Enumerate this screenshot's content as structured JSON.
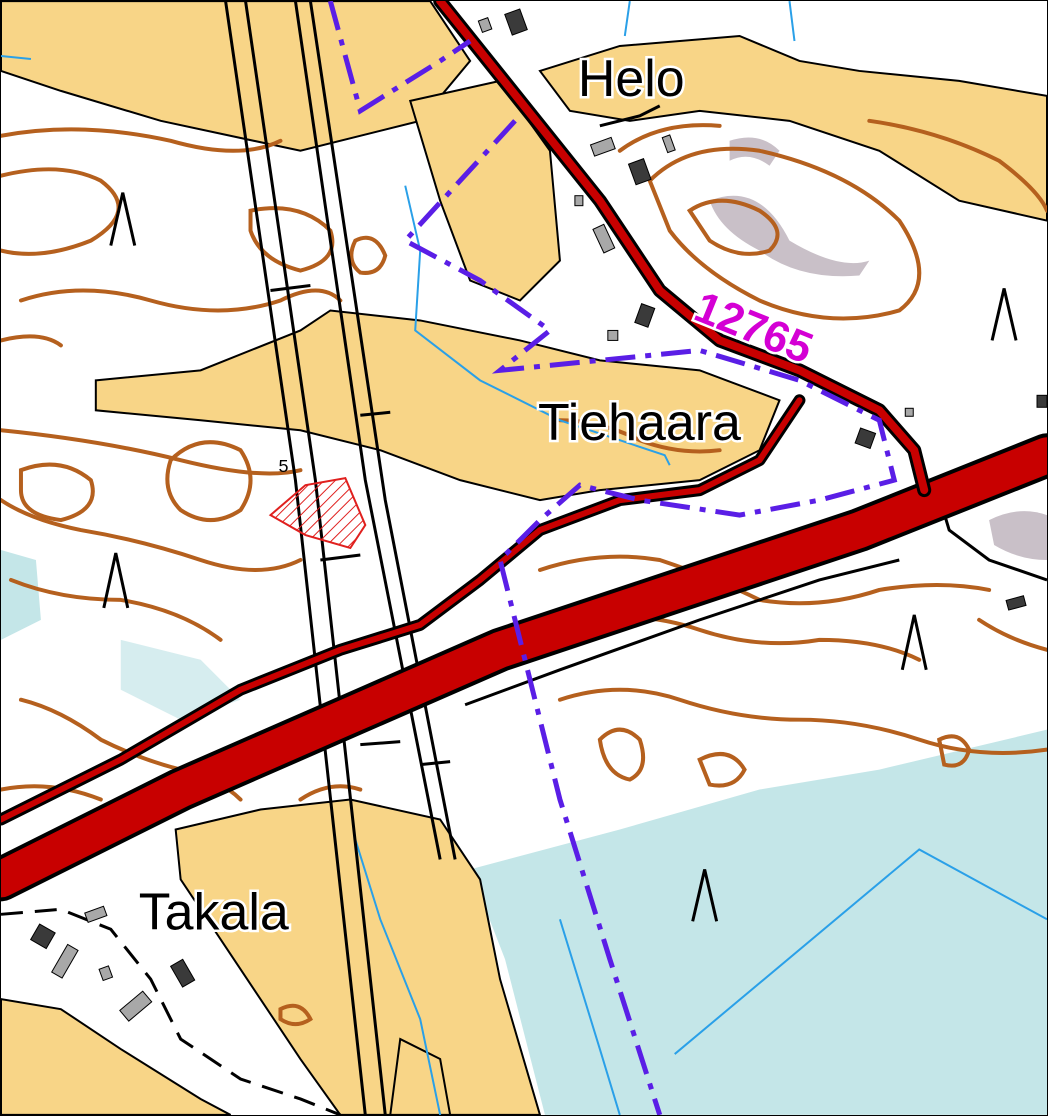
{
  "map": {
    "places": {
      "helo": "Helo",
      "tiehaara": "Tiehaara",
      "takala": "Takala"
    },
    "road_number": "12765",
    "contour_label": "5",
    "colors": {
      "field": "#f8d587",
      "water": "#c4e6e8",
      "contour": "#b5601e",
      "road": "#c80000",
      "road_casing": "#000000",
      "boundary": "#5a1ee6",
      "stream": "#2aa0e8",
      "road_number_text": "#d400d4",
      "restricted_area": "#e0201e",
      "rock": "#c9c0c8",
      "building": "#3a3a3a",
      "building_light": "#a8a8a8"
    }
  }
}
